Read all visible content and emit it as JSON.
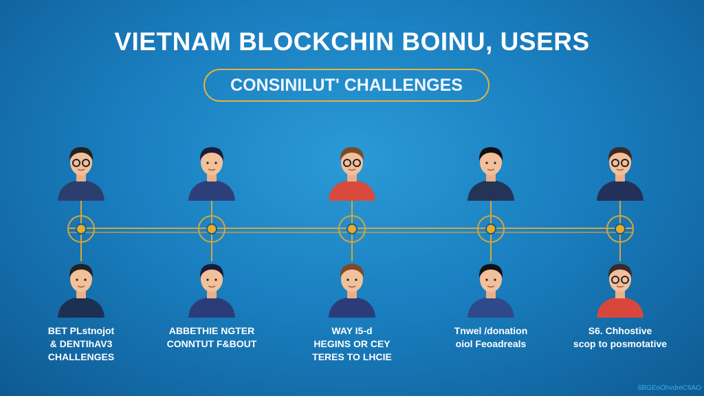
{
  "title": "VIETNAM BLOCKCHIN BOINU, USERS",
  "subtitle": "CONSINILUT' CHALLENGES",
  "columns": [
    {
      "caption": [
        "BET PLstnojot",
        "& DENTIhAV3",
        "CHALLENGES"
      ],
      "top_shirt": "#2c3e6e",
      "bottom_shirt": "#1d2f52",
      "hair": "#222"
    },
    {
      "caption": [
        "ABBETHIE NGTER",
        "CONNTUT F&BOUT"
      ],
      "top_shirt": "#2d3f7a",
      "bottom_shirt": "#2a3d78",
      "hair": "#1c1c3a"
    },
    {
      "caption": [
        "WAY I5-d",
        "HEGINS OR CEY",
        "TERES TO LHCIE"
      ],
      "top_shirt": "#d94a3d",
      "bottom_shirt": "#2b3c7a",
      "hair": "#7a4a2a"
    },
    {
      "caption": [
        "Tnwel /donation",
        "oiol Feoadreals"
      ],
      "top_shirt": "#243456",
      "bottom_shirt": "#2f4a8a",
      "hair": "#111"
    },
    {
      "caption": [
        "S6. Chhostive",
        "scop to posmotative"
      ],
      "top_shirt": "#23305a",
      "bottom_shirt": "#d9473c",
      "hair": "#3a2a2a"
    }
  ],
  "watermark": "6BGEoOhvdreC6AO",
  "colors": {
    "accent": "#d9a637",
    "background": "#1a7fc0"
  }
}
